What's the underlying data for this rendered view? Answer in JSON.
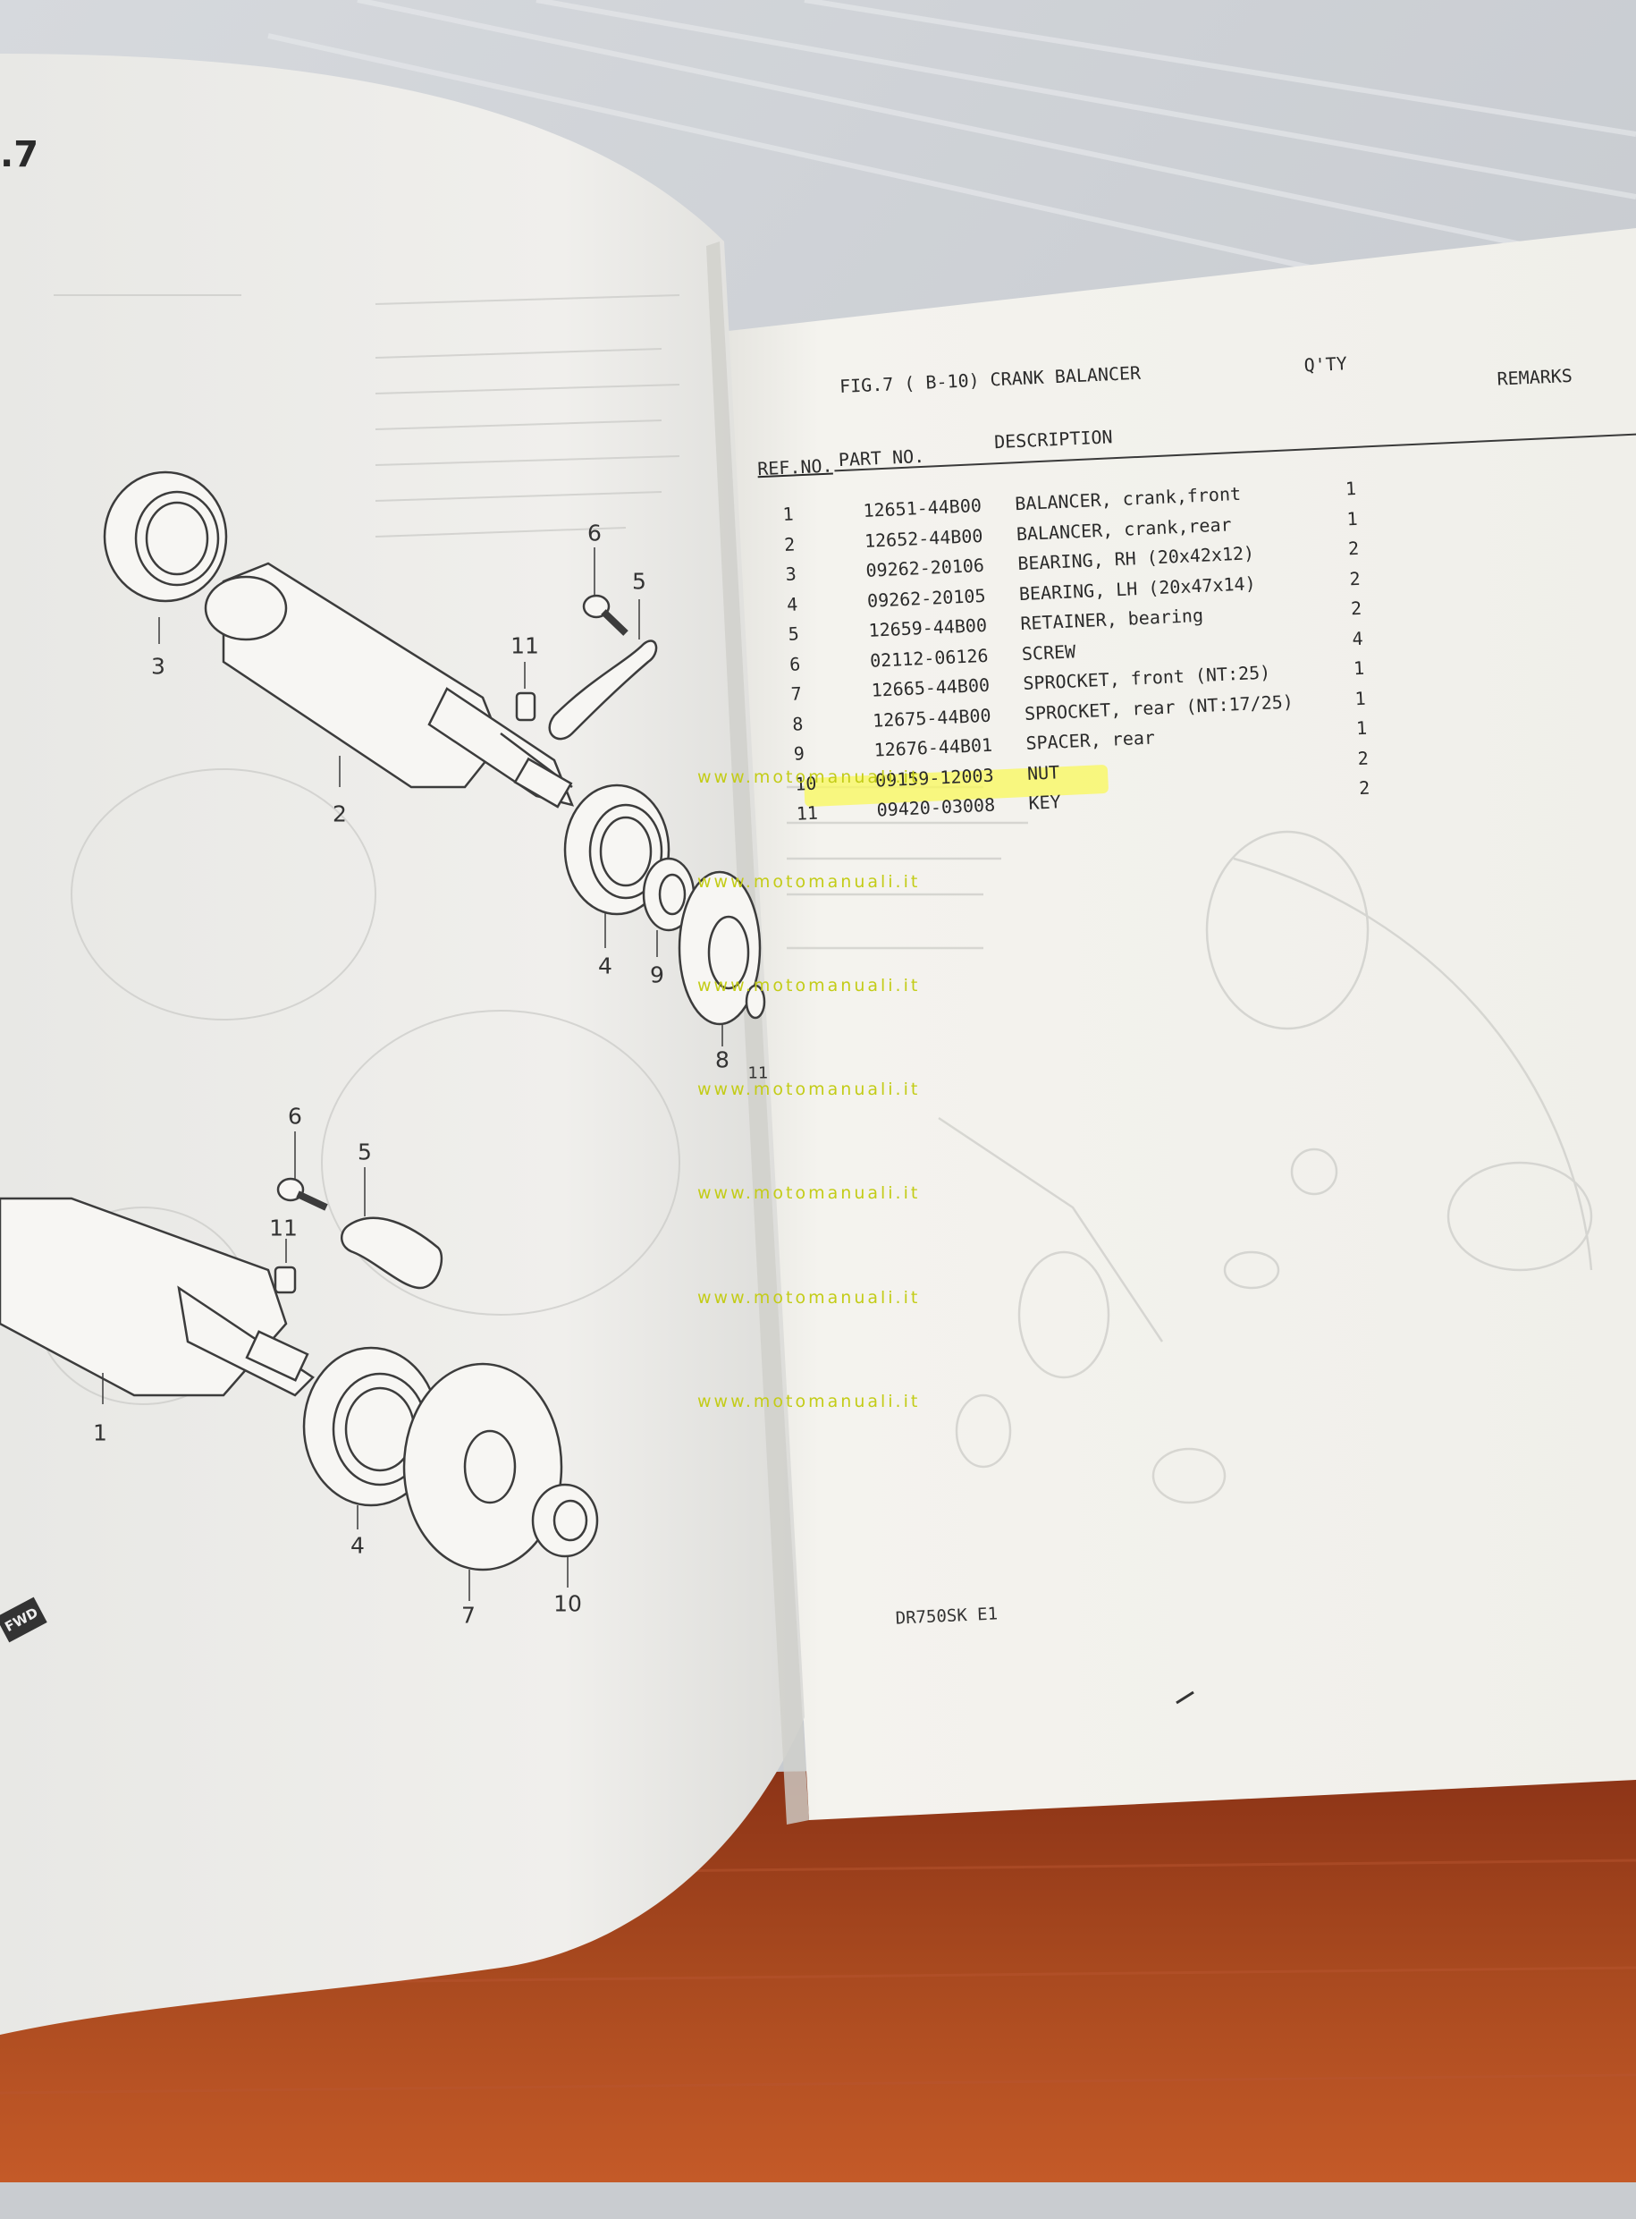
{
  "left_page": {
    "figure_tag": ".7",
    "fwd_badge": "FWD",
    "callouts": [
      "3",
      "6",
      "5",
      "11",
      "2",
      "4",
      "9",
      "8",
      "11",
      "6",
      "5",
      "11",
      "1",
      "4",
      "7",
      "10"
    ]
  },
  "right_page": {
    "figure_title": "FIG.7  (  B-10) CRANK BALANCER",
    "qty_header": "Q'TY",
    "remarks_header": "REMARKS",
    "ref_header": "REF.NO.",
    "part_header": "PART NO.",
    "desc_header": "DESCRIPTION",
    "rows": [
      {
        "ref": "1",
        "part": "12651-44B00",
        "desc": "BALANCER, crank,front",
        "qty": "1"
      },
      {
        "ref": "2",
        "part": "12652-44B00",
        "desc": "BALANCER, crank,rear",
        "qty": "1"
      },
      {
        "ref": "3",
        "part": "09262-20106",
        "desc": "BEARING, RH (20x42x12)",
        "qty": "2"
      },
      {
        "ref": "4",
        "part": "09262-20105",
        "desc": "BEARING, LH (20x47x14)",
        "qty": "2"
      },
      {
        "ref": "5",
        "part": "12659-44B00",
        "desc": "RETAINER, bearing",
        "qty": "2"
      },
      {
        "ref": "6",
        "part": "02112-06126",
        "desc": "SCREW",
        "qty": "4"
      },
      {
        "ref": "7",
        "part": "12665-44B00",
        "desc": "SPROCKET, front (NT:25)",
        "qty": "1"
      },
      {
        "ref": "8",
        "part": "12675-44B00",
        "desc": "SPROCKET, rear (NT:17/25)",
        "qty": "1"
      },
      {
        "ref": "9",
        "part": "12676-44B01",
        "desc": "SPACER, rear",
        "qty": "1"
      },
      {
        "ref": "10",
        "part": "09159-12003",
        "desc": "NUT",
        "qty": "2"
      },
      {
        "ref": "11",
        "part": "09420-03008",
        "desc": "KEY",
        "qty": "2"
      }
    ],
    "footer_code": "DR750SK E1"
  },
  "watermarks": [
    "www.motomanuali.it",
    "www.motomanuali.it",
    "www.motomanuali.it",
    "www.motomanuali.it",
    "www.motomanuali.it",
    "www.motomanuali.it",
    "www.motomanuali.it"
  ],
  "colors": {
    "paper": "#f1f0eb",
    "table_surface": "#a0401e",
    "background_cloth": "#c7cacf",
    "highlight": "#f5f25c",
    "watermark": "#c3cc17"
  }
}
